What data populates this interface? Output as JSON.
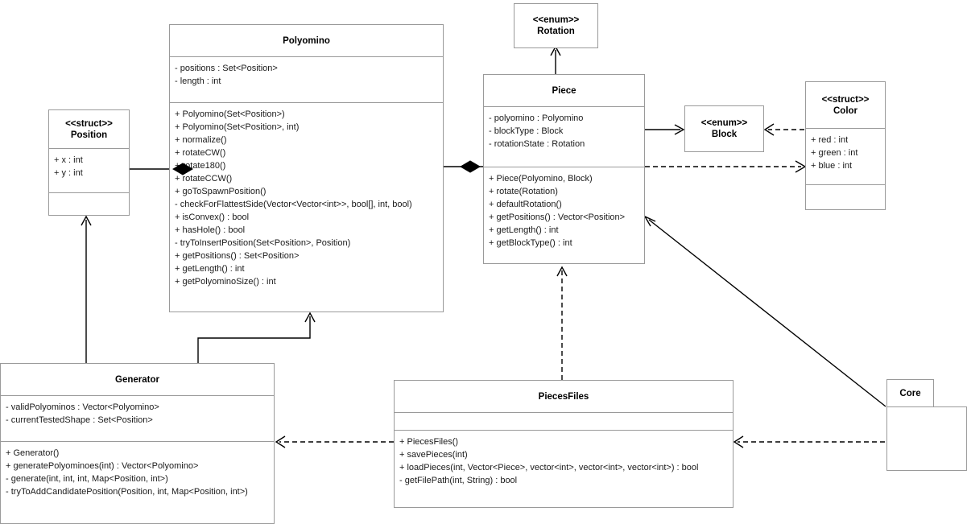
{
  "diagram": {
    "type": "uml-class-diagram",
    "background": "#ffffff",
    "border_color": "#9a9a9a",
    "line_color": "#000000"
  },
  "classes": {
    "position": {
      "stereotype": "<<struct>>",
      "name": "Position",
      "attributes": [
        "+ x : int",
        "+ y : int"
      ],
      "methods": []
    },
    "polyomino": {
      "stereotype": "",
      "name": "Polyomino",
      "attributes": [
        "- positions : Set<Position>",
        "- length : int"
      ],
      "methods": [
        "+ Polyomino(Set<Position>)",
        "+ Polyomino(Set<Position>, int)",
        "+ normalize()",
        "+ rotateCW()",
        "+ rotate180()",
        "+ rotateCCW()",
        "+ goToSpawnPosition()",
        "- checkForFlattestSide(Vector<Vector<int>>, bool[], int, bool)",
        "+ isConvex() : bool",
        "+ hasHole() : bool",
        "- tryToInsertPosition(Set<Position>, Position)",
        "+ getPositions() : Set<Position>",
        "+ getLength() : int",
        "+ getPolyominoSize() : int"
      ]
    },
    "rotation": {
      "stereotype": "<<enum>>",
      "name": "Rotation",
      "attributes": [],
      "methods": []
    },
    "piece": {
      "stereotype": "",
      "name": "Piece",
      "attributes": [
        "- polyomino : Polyomino",
        "- blockType : Block",
        "- rotationState : Rotation"
      ],
      "methods": [
        "+ Piece(Polyomino, Block)",
        "+ rotate(Rotation)",
        "+ defaultRotation()",
        "+ getPositions() : Vector<Position>",
        "+ getLength() : int",
        "+ getBlockType() : int"
      ]
    },
    "block": {
      "stereotype": "<<enum>>",
      "name": "Block",
      "attributes": [],
      "methods": []
    },
    "color": {
      "stereotype": "<<struct>>",
      "name": "Color",
      "attributes": [
        "+ red : int",
        "+ green : int",
        "+ blue : int"
      ],
      "methods": []
    },
    "generator": {
      "stereotype": "",
      "name": "Generator",
      "attributes": [
        "- validPolyominos : Vector<Polyomino>",
        "- currentTestedShape : Set<Position>"
      ],
      "methods": [
        "+ Generator()",
        "+ generatePolyominoes(int) : Vector<Polyomino>",
        "- generate(int, int, int, Map<Position, int>)",
        "- tryToAddCandidatePosition(Position, int, Map<Position, int>)"
      ]
    },
    "piecesfiles": {
      "stereotype": "",
      "name": "PiecesFiles",
      "attributes": [],
      "methods": [
        "+ PiecesFiles()",
        "+ savePieces(int)",
        "+ loadPieces(int, Vector<Piece>, vector<int>, vector<int>, vector<int>) : bool",
        "- getFilePath(int, String) : bool"
      ]
    },
    "core": {
      "stereotype": "",
      "name": "Core",
      "attributes": [],
      "methods": []
    }
  },
  "relationships": [
    {
      "name": "position-composed-in-polyomino",
      "from": "Position",
      "to": "Polyomino",
      "style": "composition"
    },
    {
      "name": "polyomino-composed-in-piece",
      "from": "Polyomino",
      "to": "Piece",
      "style": "composition"
    },
    {
      "name": "piece-uses-block",
      "from": "Piece",
      "to": "Block",
      "style": "association"
    },
    {
      "name": "piece-depends-on-color",
      "from": "Piece",
      "to": "Color",
      "style": "dependency"
    },
    {
      "name": "color-depends-on-block",
      "from": "Color",
      "to": "Block",
      "style": "dependency"
    },
    {
      "name": "piece-uses-rotation",
      "from": "Piece",
      "to": "Rotation",
      "style": "association"
    },
    {
      "name": "generator-uses-position",
      "from": "Generator",
      "to": "Position",
      "style": "association"
    },
    {
      "name": "generator-uses-polyomino",
      "from": "Generator",
      "to": "Polyomino",
      "style": "association"
    },
    {
      "name": "piecesfiles-depends-on-piece",
      "from": "PiecesFiles",
      "to": "Piece",
      "style": "dependency"
    },
    {
      "name": "piecesfiles-depends-on-generator",
      "from": "PiecesFiles",
      "to": "Generator",
      "style": "dependency"
    },
    {
      "name": "core-depends-on-piecesfiles",
      "from": "Core",
      "to": "PiecesFiles",
      "style": "dependency"
    },
    {
      "name": "core-uses-piece",
      "from": "Core",
      "to": "Piece",
      "style": "association"
    }
  ]
}
